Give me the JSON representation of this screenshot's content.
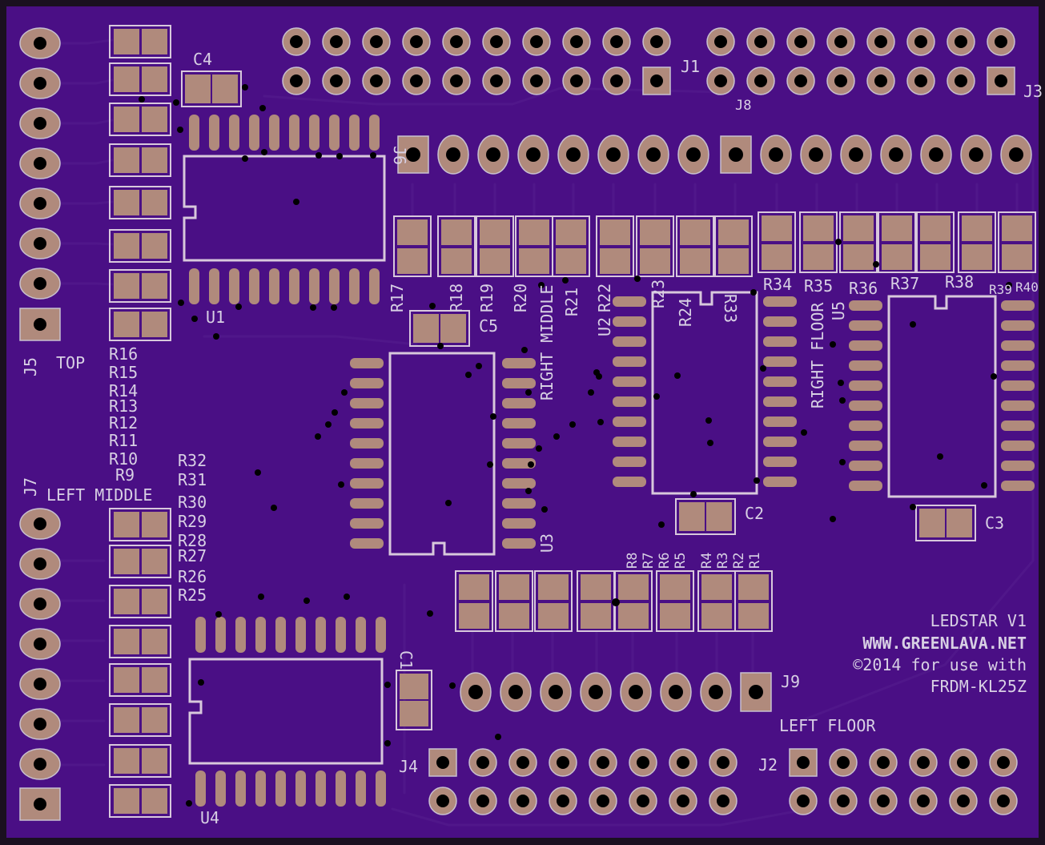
{
  "board": {
    "title": "LEDSTAR V1",
    "url": "WWW.GREENLAVA.NET",
    "copyright": "©2014 for use with",
    "platform": "FRDM-KL25Z",
    "colors": {
      "substrate": "#4a0f85",
      "pad": "#b08a7c",
      "silkscreen": "#d8d0e4",
      "edge": "#1a1020"
    }
  },
  "connectors": {
    "j1": "J1",
    "j2": "J2",
    "j3": "J3",
    "j4": "J4",
    "j5": "J5",
    "j6": "J6",
    "j7": "J7",
    "j8": "J8",
    "j9": "J9"
  },
  "chips": {
    "u1": "U1",
    "u2": "U2",
    "u3": "U3",
    "u4": "U4",
    "u5": "U5"
  },
  "capacitors": {
    "c1": "C1",
    "c2": "C2",
    "c3": "C3",
    "c4": "C4",
    "c5": "C5"
  },
  "group_labels": {
    "top": "TOP",
    "left_middle": "LEFT MIDDLE",
    "right_middle": "RIGHT MIDDLE",
    "right_floor": "RIGHT FLOOR",
    "left_floor": "LEFT FLOOR"
  },
  "resistors": {
    "top_stack": [
      "R16",
      "R15",
      "R14",
      "R13",
      "R12",
      "R11",
      "R10",
      "R9"
    ],
    "left_stack": [
      "R32",
      "R31",
      "R30",
      "R29",
      "R28",
      "R27",
      "R26",
      "R25"
    ],
    "middle_row": [
      "R17",
      "R18",
      "R19",
      "R20",
      "R21",
      "R22",
      "R23",
      "R24",
      "R33"
    ],
    "right_row": [
      "R34",
      "R35",
      "R36",
      "R37",
      "R38",
      "R39",
      "R40"
    ],
    "bottom_row": [
      "R8",
      "R7",
      "R6",
      "R5",
      "R4",
      "R3",
      "R2",
      "R1"
    ]
  }
}
